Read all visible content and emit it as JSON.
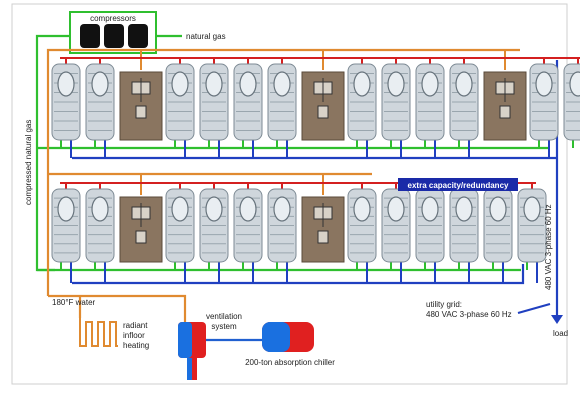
{
  "labels": {
    "compressors": "compressors",
    "natural_gas": "natural gas",
    "compressed_natural_gas": "compressed natural gas",
    "extra_capacity": "extra capacity/redundancy",
    "power_spec_vertical": "480 VAC 3-phase 60 Hz",
    "hot_water": "180°F water",
    "utility_grid_line1": "utility grid:",
    "utility_grid_line2": "480 VAC 3-phase 60 Hz",
    "load": "load",
    "radiant_line1": "radiant",
    "radiant_line2": "infloor",
    "radiant_line3": "heating",
    "ventilation_line1": "ventilation",
    "ventilation_line2": "system",
    "chiller": "200-ton absorption chiller"
  },
  "colors": {
    "gas_line": "#2fbf2f",
    "hot_water_line": "#e08a30",
    "exhaust_line": "#d42020",
    "electric_line": "#2040c0",
    "turbine_body": "#cfd6dc",
    "heat_exchanger": "#8a7560",
    "compressor": "#111111",
    "highlight_box": "#1a2aa8",
    "highlight_text": "#ffffff"
  },
  "rows": [
    {
      "units": [
        "turbine",
        "turbine",
        "hx",
        "turbine",
        "turbine",
        "turbine",
        "turbine",
        "hx",
        "turbine",
        "turbine",
        "turbine",
        "turbine",
        "hx",
        "turbine",
        "turbine"
      ]
    },
    {
      "units": [
        "turbine",
        "turbine",
        "hx",
        "turbine",
        "turbine",
        "turbine",
        "turbine",
        "hx",
        "turbine",
        "turbine",
        "turbine",
        "turbine",
        "turbine",
        "turbine"
      ]
    }
  ]
}
